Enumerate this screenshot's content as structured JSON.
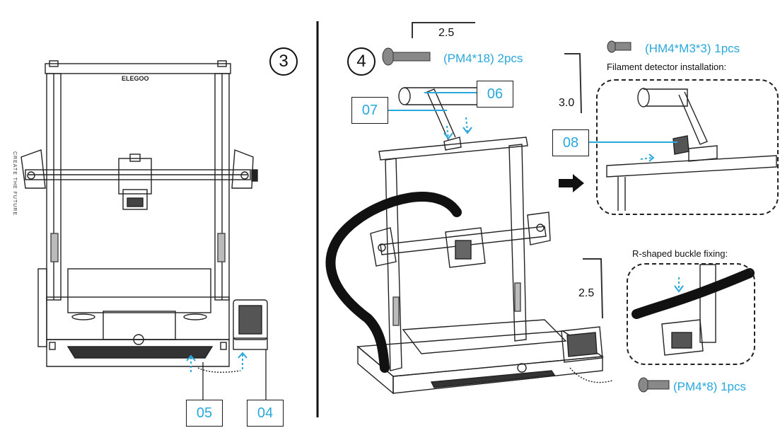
{
  "steps": {
    "step3": "3",
    "step4": "4"
  },
  "parts": {
    "screw_pm4_18": "(PM4*18)  2pcs",
    "screw_hm4_m3_3": "(HM4*M3*3)  1pcs",
    "screw_pm4_8": "(PM4*8)  1pcs"
  },
  "wrenches": {
    "w1": "2.5",
    "w2": "3.0",
    "w3": "2.5"
  },
  "callouts": {
    "c04": "04",
    "c05": "05",
    "c06": "06",
    "c07": "07",
    "c08": "08"
  },
  "captions": {
    "filament": "Filament detector installation:",
    "buckle": "R-shaped buckle fixing:"
  },
  "brand": {
    "logo": "ELEGOO",
    "frame_text": "CREATE THE FUTURE"
  },
  "colors": {
    "accent": "#29a8dc",
    "line": "#1a1a1a"
  }
}
